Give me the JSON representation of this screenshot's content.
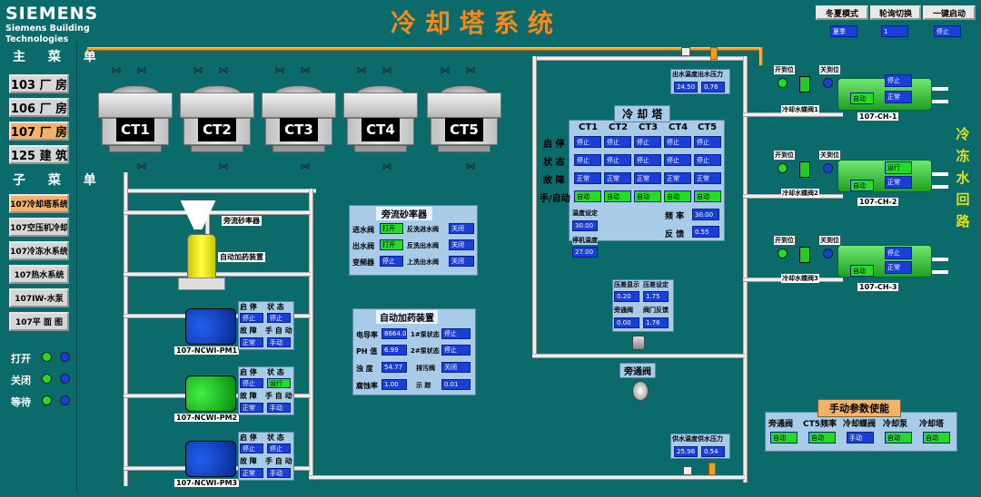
{
  "brand": {
    "name": "SIEMENS",
    "sub": "Siemens Building Technologies"
  },
  "title": "冷 却 塔 系 统",
  "top_controls": [
    {
      "label": "冬夏模式",
      "value": "夏季"
    },
    {
      "label": "轮询切换",
      "value": "1"
    },
    {
      "label": "一键启动",
      "value": "停止"
    }
  ],
  "main_menu": {
    "title": "主 菜 单",
    "items": [
      "103 厂 房",
      "106 厂 房",
      "107 厂 房",
      "125 建 筑"
    ],
    "selected": 2
  },
  "sub_menu": {
    "title": "子 菜 单",
    "items": [
      "107冷却塔系统",
      "107空压机冷却",
      "107冷冻水系统",
      "107热水系统",
      "107IW-水泵",
      "107平 面 图"
    ],
    "selected": 0
  },
  "legend": [
    {
      "label": "打开",
      "color": "#22cc22"
    },
    {
      "label": "关闭",
      "color": "#22aa33"
    },
    {
      "label": "等待",
      "color": "#1a3fd8"
    }
  ],
  "towers": [
    "CT1",
    "CT2",
    "CT3",
    "CT4",
    "CT5"
  ],
  "sand_filter_label": "旁流砂率器",
  "dosing_label": "自动加药装置",
  "pumps": [
    {
      "name": "107-NCWI-PM1",
      "run": "停止",
      "fault": "正常",
      "mode": "手动",
      "heads": [
        "启 停",
        "状 态"
      ],
      "rows": [
        "故 障",
        "手 自 动"
      ]
    },
    {
      "name": "107-NCWI-PM2",
      "run": "停止",
      "state": "运行",
      "fault": "正常",
      "mode": "手动"
    },
    {
      "name": "107-NCWI-PM3",
      "run": "停止",
      "fault": "正常",
      "mode": "手动"
    }
  ],
  "pump_headers": {
    "start": "启 停",
    "state": "状 态",
    "fault": "故 障",
    "auto": "手 自 动"
  },
  "pump1_headers": {
    "start": "启 停",
    "state": "状 态",
    "fault": "故 障",
    "auto": "手 自 动"
  },
  "pump_vals": [
    {
      "start": "停止",
      "state": "停止",
      "fault": "正常",
      "auto": "手动"
    },
    {
      "start": "停止",
      "state": "运行",
      "fault": "正常",
      "auto": "手动"
    },
    {
      "start": "停止",
      "state": "停止",
      "fault": "正常",
      "auto": "手动"
    }
  ],
  "sand_panel": {
    "title": "旁流砂率器",
    "rows": [
      {
        "l1": "进水阀",
        "v1": "打开",
        "l2": "反洗进水阀",
        "v2": "关闭"
      },
      {
        "l1": "出水阀",
        "v1": "打开",
        "l2": "反洗出水阀",
        "v2": "关闭"
      },
      {
        "l1": "变频器",
        "v1": "停止",
        "l2": "上洗出水阀",
        "v2": "关闭"
      }
    ]
  },
  "dosing_panel": {
    "title": "自动加药装置",
    "rows": [
      {
        "l1": "电导率",
        "v1": "8664.0",
        "l2": "1#泵状态",
        "v2": "停止"
      },
      {
        "l1": "PH 值",
        "v1": "6.99",
        "l2": "2#泵状态",
        "v2": "停止"
      },
      {
        "l1": "浊 度",
        "v1": "54.77",
        "l2": "排污阀",
        "v2": "关闭"
      },
      {
        "l1": "腐蚀率",
        "v1": "1.00",
        "l2": "示 踪",
        "v2": "0.01"
      }
    ]
  },
  "ct_panel": {
    "title": "冷 却 塔",
    "cols": [
      "CT1",
      "CT2",
      "CT3",
      "CT4",
      "CT5"
    ],
    "rows": [
      {
        "label": "启 停",
        "vals": [
          "停止",
          "停止",
          "停止",
          "停止",
          "停止"
        ]
      },
      {
        "label": "状 态",
        "vals": [
          "停止",
          "停止",
          "停止",
          "停止",
          "停止"
        ]
      },
      {
        "label": "故 障",
        "vals": [
          "正常",
          "正常",
          "正常",
          "正常",
          "正常"
        ]
      },
      {
        "label": "手/自动",
        "vals": [
          "自动",
          "自动",
          "自动",
          "自动",
          "自动"
        ]
      }
    ],
    "temp_set_label": "温度设定",
    "temp_set": "30.00",
    "stop_temp_label": "停机温度",
    "stop_temp": "27.00",
    "freq_label": "频 率",
    "freq": "30.00",
    "feedback_label": "反 馈",
    "feedback": "0.55"
  },
  "outlet_sensor": {
    "label": "出水温度出水压力",
    "temp": "24.50",
    "pres": "0.76"
  },
  "supply_sensor": {
    "label": "供水温度供水压力",
    "temp": "25.96",
    "pres": "0.54"
  },
  "dp_panel": {
    "l1": "压差显示",
    "l2": "压差设定",
    "v1": "0.20",
    "v2": "1.75",
    "l3": "旁通阀",
    "l4": "阀门反馈",
    "v3": "0.00",
    "v4": "1.76"
  },
  "bypass_label": "旁通阀",
  "chillers": [
    {
      "name": "107-CH-1",
      "valve": "冷却水蝶阀1",
      "open": "开到位",
      "close": "关到位",
      "run": "停止",
      "fault": "正常",
      "mode": "自动"
    },
    {
      "name": "107-CH-2",
      "valve": "冷却水蝶阀2",
      "open": "开到位",
      "close": "关到位",
      "run": "运行",
      "fault": "正常",
      "mode": "自动"
    },
    {
      "name": "107-CH-3",
      "valve": "冷却水蝶阀3",
      "open": "开到位",
      "close": "关到位",
      "run": "停止",
      "fault": "正常",
      "mode": "自动"
    }
  ],
  "chw_loop": [
    "冷",
    "冻",
    "水",
    "回",
    "路"
  ],
  "manual_panel": {
    "title": "手动参数使能",
    "cols": [
      "旁通阀",
      "CT5频率",
      "冷却蝶阀",
      "冷却泵",
      "冷却塔"
    ],
    "vals": [
      "自动",
      "自动",
      "手动",
      "自动",
      "自动"
    ]
  }
}
